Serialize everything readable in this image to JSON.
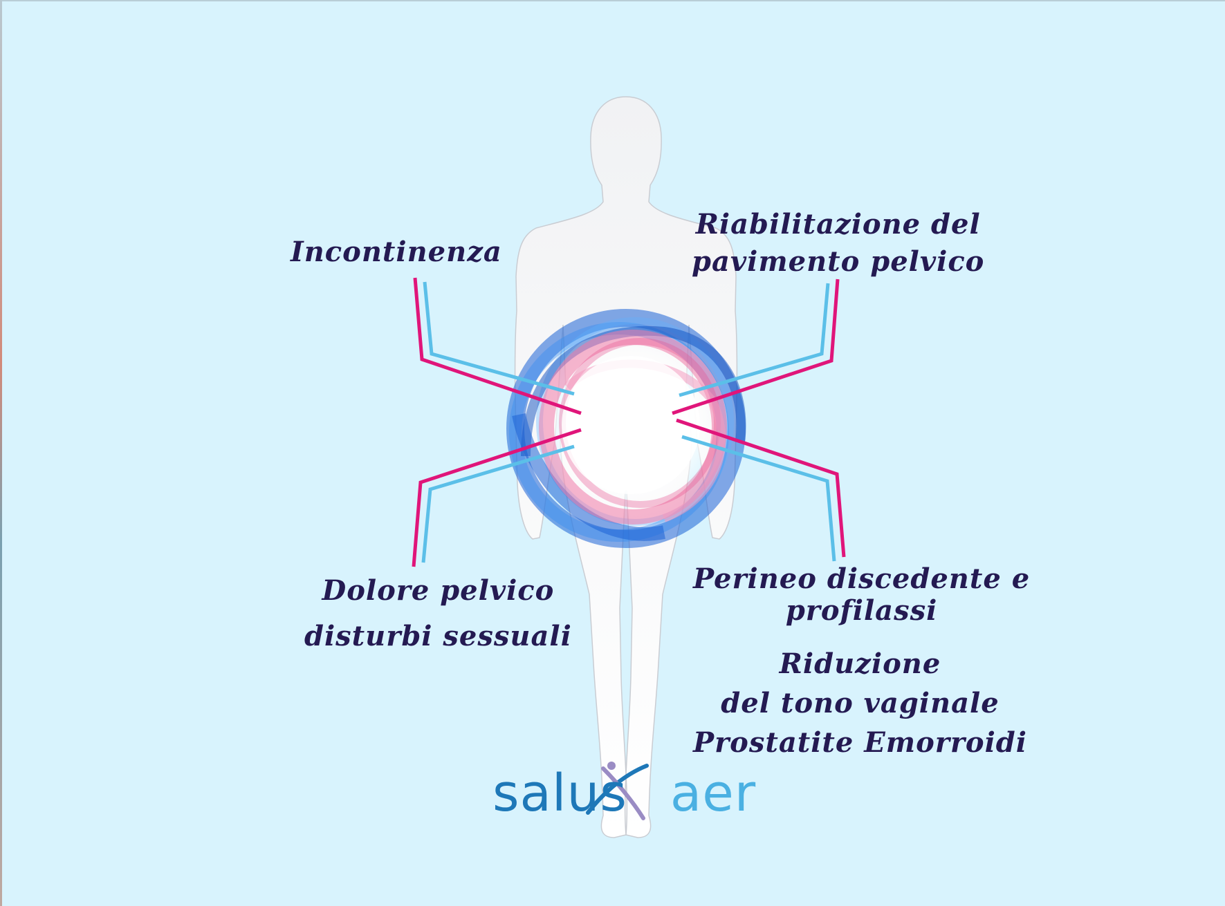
{
  "labels": {
    "incontinenza": "Incontinenza",
    "riabilitazione": [
      "Riabilitazione del",
      "pavimento pelvico"
    ],
    "dolore": [
      "Dolore pelvico",
      "disturbi sessuali"
    ],
    "perineo": [
      "Perineo discedente e",
      "profilassi"
    ],
    "riduzione": [
      "Riduzione",
      "del tono vaginale",
      "Prostatite Emorroidi"
    ]
  },
  "logo": {
    "part1": "salus",
    "part2": "aer"
  },
  "colors": {
    "background": "#d8f3fd",
    "text": "#241a52",
    "line_pink": "#e0157a",
    "line_blue": "#5bbfe8",
    "ring_blue": "#1b63d6",
    "ring_pink": "#f07aa8",
    "logo_dark": "#1e78b8",
    "logo_light": "#4ab0e2",
    "logo_figure": "#9a8cc4"
  }
}
